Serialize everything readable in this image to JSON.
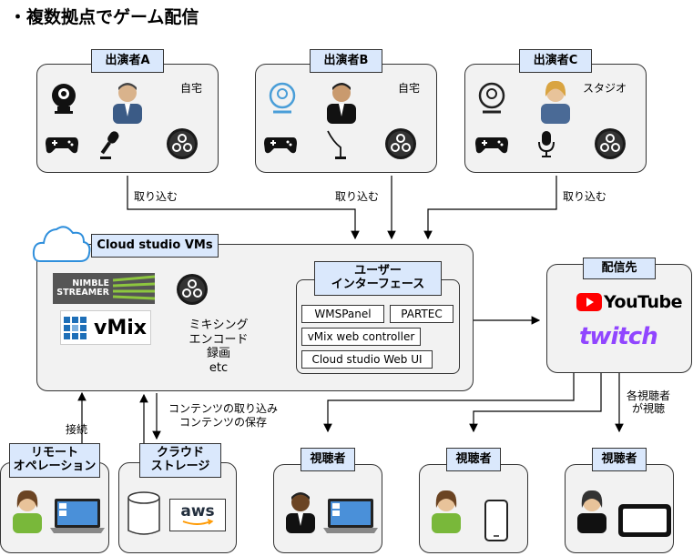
{
  "title": "・複数拠点でゲーム配信",
  "performers": [
    {
      "label": "出演者A",
      "location": "自宅"
    },
    {
      "label": "出演者B",
      "location": "自宅"
    },
    {
      "label": "出演者C",
      "location": "スタジオ"
    }
  ],
  "capture_label": "取り込む",
  "cloud": {
    "label": "Cloud studio VMs",
    "nimble_logo": "NIMBLE\nSTREAMER",
    "vmix_logo": "vMix",
    "functions": "ミキシング\nエンコード\n録画\netc"
  },
  "user_interface": {
    "label": "ユーザー\nインターフェース",
    "items": [
      "WMSPanel",
      "PARTEC",
      "vMix web controller",
      "Cloud studio Web UI"
    ]
  },
  "distribution": {
    "label": "配信先",
    "youtube": "YouTube",
    "twitch": "twitch"
  },
  "viewer_note": "各視聴者\nが視聴",
  "remote": {
    "label": "リモート\nオペレーション",
    "connect_label": "接続"
  },
  "storage": {
    "label": "クラウド\nストレージ",
    "aws": "aws"
  },
  "content_note": "コンテンツの取り込み\nコンテンツの保存",
  "viewers": [
    {
      "label": "視聴者"
    },
    {
      "label": "視聴者"
    },
    {
      "label": "視聴者"
    }
  ],
  "colors": {
    "tag_fill": "#dae8fc",
    "box_fill": "#f2f2f2",
    "youtube_red": "#ff0000",
    "twitch_purple": "#9146ff",
    "vmix_blue": "#1e6fb8"
  }
}
